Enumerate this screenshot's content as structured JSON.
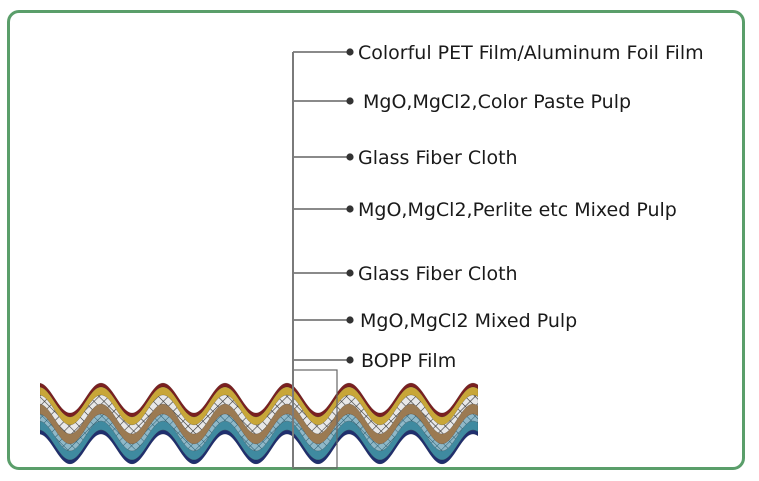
{
  "diagram": {
    "layers": [
      "Colorful PET Film/Aluminum Foil Film",
      "MgO,MgCl2,Color Paste Pulp",
      "Glass Fiber Cloth",
      "MgO,MgCl2,Perlite etc Mixed Pulp",
      "Glass Fiber Cloth",
      "MgO,MgCl2 Mixed Pulp",
      "BOPP Film"
    ],
    "colors": {
      "frame_border": "#5a9e6a",
      "leader_line": "#7a7a7a",
      "bullet": "#333333",
      "wave_top_edge": "#7a2020",
      "wave_gold": "#c8a638",
      "wave_brown": "#9b7a52",
      "wave_teal": "#3f8aa0",
      "wave_navy": "#1f2f6e"
    }
  }
}
